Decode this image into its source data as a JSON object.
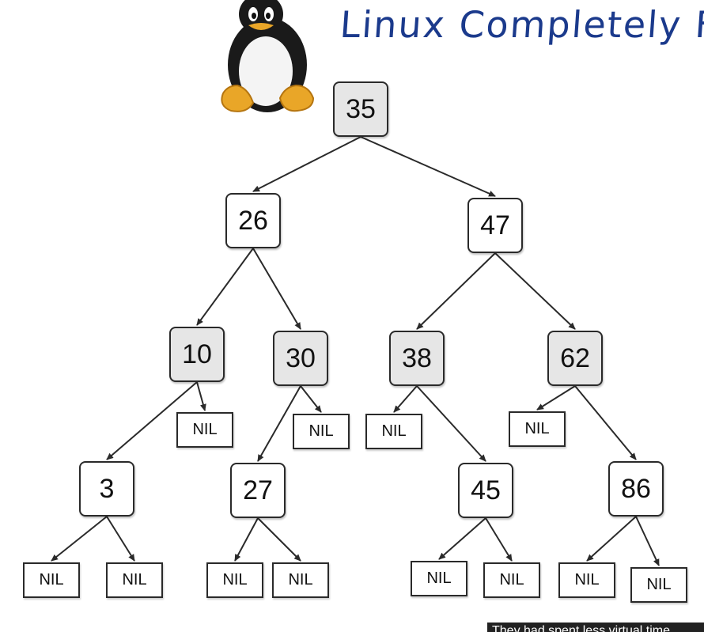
{
  "title": "Linux Completely Fai",
  "caption": "They had spent less virtual time",
  "colors": {
    "title": "#1b3a8c",
    "shaded_node": "#e6e6e6",
    "edge": "#2a2a2a"
  },
  "icons": {
    "logo": "tux-penguin-icon"
  },
  "tree": {
    "nodes": [
      {
        "id": "n35",
        "label": "35",
        "shaded": true
      },
      {
        "id": "n26",
        "label": "26",
        "shaded": false
      },
      {
        "id": "n47",
        "label": "47",
        "shaded": false
      },
      {
        "id": "n10",
        "label": "10",
        "shaded": true
      },
      {
        "id": "n30",
        "label": "30",
        "shaded": true
      },
      {
        "id": "n38",
        "label": "38",
        "shaded": true
      },
      {
        "id": "n62",
        "label": "62",
        "shaded": true
      },
      {
        "id": "n3",
        "label": "3",
        "shaded": false
      },
      {
        "id": "n27",
        "label": "27",
        "shaded": false
      },
      {
        "id": "n45",
        "label": "45",
        "shaded": false
      },
      {
        "id": "n86",
        "label": "86",
        "shaded": false
      }
    ],
    "nil_label": "NIL",
    "nils": [
      "nil1",
      "nil2",
      "nil3",
      "nil4",
      "nil5",
      "nil6",
      "nil7",
      "nil8",
      "nil9",
      "nil10",
      "nil11",
      "nil12"
    ],
    "edges": [
      [
        "n35",
        "n26"
      ],
      [
        "n35",
        "n47"
      ],
      [
        "n26",
        "n10"
      ],
      [
        "n26",
        "n30"
      ],
      [
        "n47",
        "n38"
      ],
      [
        "n47",
        "n62"
      ],
      [
        "n10",
        "n3"
      ],
      [
        "n10",
        "nil1"
      ],
      [
        "n30",
        "n27"
      ],
      [
        "n30",
        "nil2"
      ],
      [
        "n38",
        "nil3"
      ],
      [
        "n38",
        "n45"
      ],
      [
        "n62",
        "nil4"
      ],
      [
        "n62",
        "n86"
      ],
      [
        "n3",
        "nil5"
      ],
      [
        "n3",
        "nil6"
      ],
      [
        "n27",
        "nil7"
      ],
      [
        "n27",
        "nil8"
      ],
      [
        "n45",
        "nil9"
      ],
      [
        "n45",
        "nil10"
      ],
      [
        "n86",
        "nil11"
      ],
      [
        "n86",
        "nil12"
      ]
    ]
  }
}
